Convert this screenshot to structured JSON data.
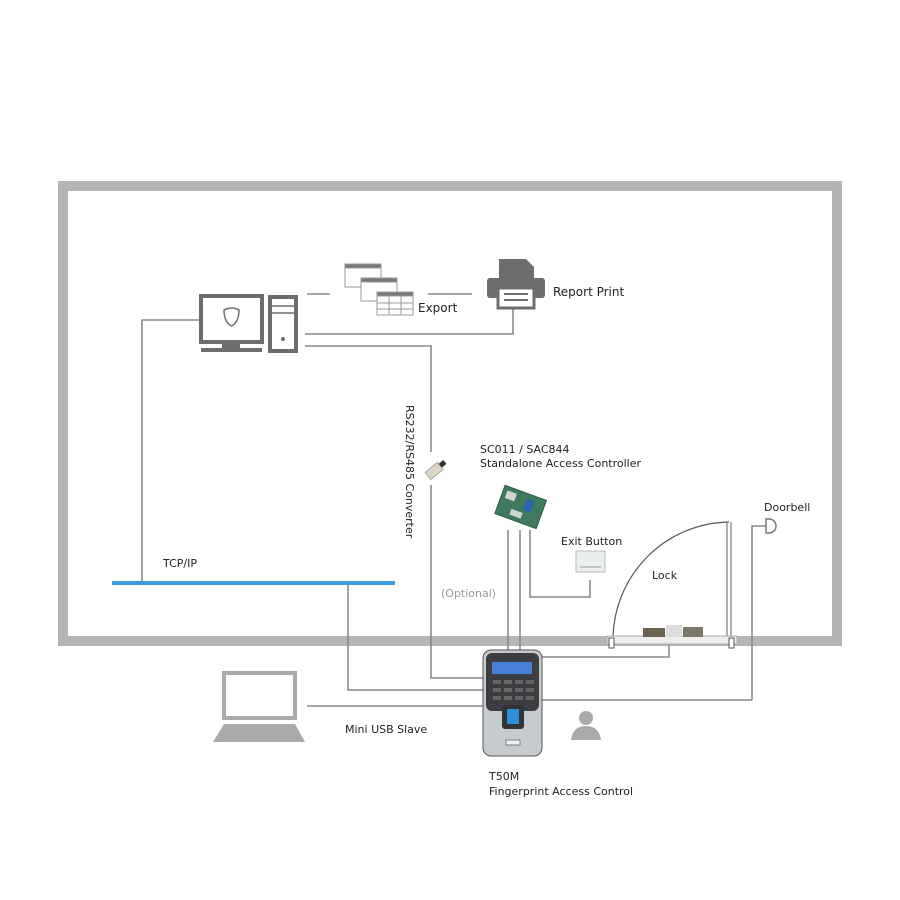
{
  "labels": {
    "export": "Export",
    "report_print": "Report Print",
    "converter": "RS232/RS485 Converter",
    "controller_model": "SC011  / SAC844",
    "controller_name": "Standalone Access Controller",
    "doorbell": "Doorbell",
    "exit_button": "Exit Button",
    "lock": "Lock",
    "optional": "(Optional)",
    "tcpip": "TCP/IP",
    "mini_usb": "Mini USB Slave",
    "device_model": "T50M",
    "device_name": "Fingerprint Access Control"
  },
  "colors": {
    "frame": "#b5b5b5",
    "network": "#3a9de0",
    "wire": "#8a8a8a",
    "icon": "#6d6d6d"
  }
}
